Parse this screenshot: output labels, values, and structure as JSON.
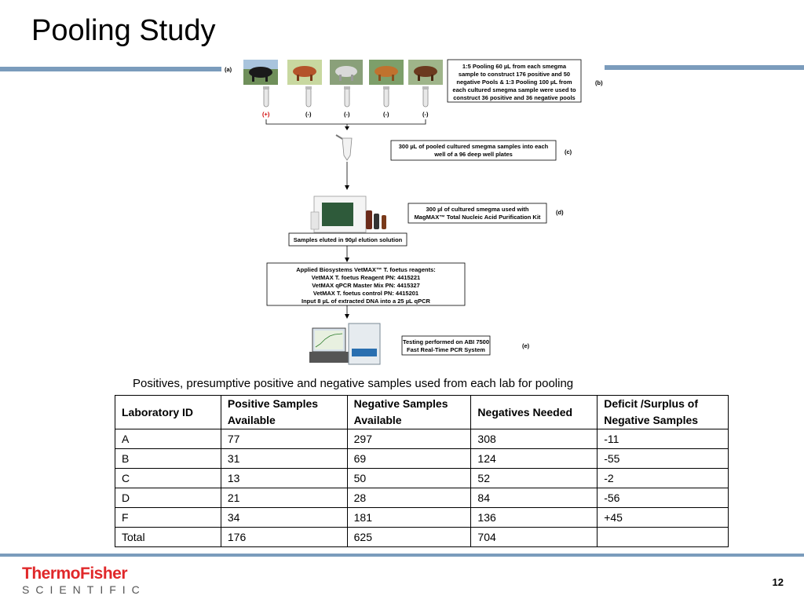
{
  "slide": {
    "title": "Pooling Study",
    "caption": "Positives, presumptive positive and negative samples used from each lab for pooling",
    "page_number": "12",
    "logo_main": "ThermoFisher",
    "logo_sub": "SCIENTIFIC"
  },
  "workflow": {
    "label_a": "(a)",
    "label_b": "(b)",
    "label_c": "(c)",
    "label_d": "(d)",
    "label_e": "(e)",
    "tube_labels": [
      "(+)",
      "(-)",
      "(-)",
      "(-)",
      "(-)"
    ],
    "box_b_lines": [
      "1:5 Pooling 60 µL from each smegma",
      "sample to construct 176 positive and 50",
      "negative Pools & 1:3 Pooling 100 µL from",
      "each cultured smegma sample were used to",
      "construct 36 positive and 36 negative pools"
    ],
    "box_c_lines": [
      "300 µL of pooled cultured smegma samples into each",
      "well of a 96 deep well  plates"
    ],
    "box_d_lines": [
      "300 µl of cultured smegma used with",
      "MagMAX™ Total Nucleic Acid Purification Kit"
    ],
    "box_elution": "Samples eluted in 90µl elution solution",
    "box_reagents_lines": [
      "Applied Biosystems VetMAX™ T. foetus reagents:",
      "VetMAX T. foetus Reagent PN: 4415221",
      "VetMAX qPCR Master Mix PN: 4415327",
      "VetMAX T. foetus control PN: 4415201",
      "Input 8 µL of extracted DNA into a 25 µL qPCR"
    ],
    "box_e_lines": [
      "Testing performed on ABI 7500",
      "Fast Real-Time PCR System"
    ]
  },
  "table": {
    "headers": [
      "Laboratory ID",
      "Positive Samples Available",
      "Negative Samples Available",
      "Negatives Needed",
      "Deficit /Surplus of Negative Samples"
    ],
    "rows": [
      [
        "A",
        "77",
        "297",
        "308",
        "-11"
      ],
      [
        "B",
        "31",
        "69",
        "124",
        "-55"
      ],
      [
        "C",
        "13",
        "50",
        "52",
        "-2"
      ],
      [
        "D",
        "21",
        "28",
        "84",
        "-56"
      ],
      [
        "F",
        "34",
        "181",
        "136",
        "+45"
      ],
      [
        "Total",
        "176",
        "625",
        "704",
        ""
      ]
    ]
  }
}
